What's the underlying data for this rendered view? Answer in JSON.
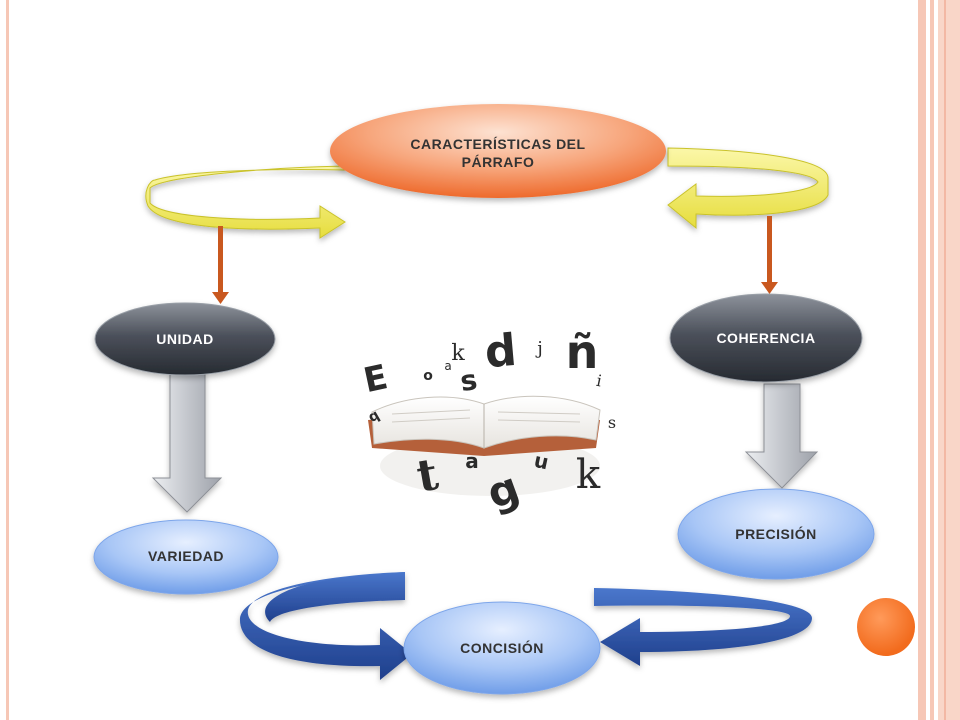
{
  "nodes": {
    "top_line1": "CARACTERÍSTICAS DEL",
    "top_line2": "PÁRRAFO",
    "unidad": "UNIDAD",
    "coherencia": "COHERENCIA",
    "variedad": "VARIEDAD",
    "precision": "PRECISIÓN",
    "concision": "CONCISIÓN"
  },
  "book_letters": [
    "E",
    "k",
    "d",
    "j",
    "ñ",
    "o",
    "s",
    "a",
    "i",
    "q",
    "s",
    "t",
    "a",
    "u",
    "k",
    "g"
  ],
  "colors": {
    "top_ellipse": "#f5875a",
    "dark_ellipse": "#4a4f59",
    "blue_ellipse": "#8fb4f2",
    "yellow_arrow": "#f2ee6e",
    "blue_arrow": "#2c55a8",
    "down_arrow": "#c9581f",
    "grey_arrow": "#b9bcc3"
  }
}
